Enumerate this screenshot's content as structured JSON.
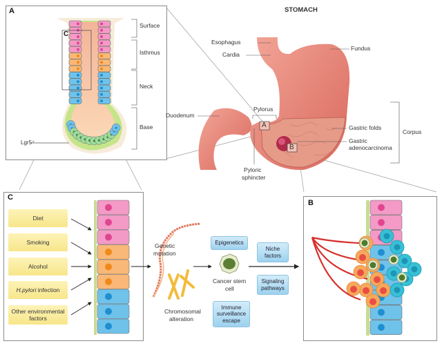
{
  "title": "STOMACH",
  "panel_a": {
    "label": "A",
    "inset_label": "C",
    "zones": [
      "Surface",
      "Isthmus",
      "Neck",
      "Base"
    ],
    "stem_cell_label": "Lgr5⁺"
  },
  "stomach": {
    "labels": {
      "esophagus": "Esophagus",
      "cardia": "Cardia",
      "fundus": "Fundus",
      "duodenum": "Duodenum",
      "pylorus": "Pylorus",
      "gastric_folds": "Gastric folds",
      "gastric_adeno_1": "Gastric",
      "gastric_adeno_2": "adenocarcinoma",
      "corpus": "Corpus",
      "pyloric_1": "Pyloric",
      "pyloric_2": "sphincter"
    },
    "marker_a": "A",
    "marker_b": "B"
  },
  "panel_c": {
    "label": "C",
    "factors": [
      {
        "text": "Diet"
      },
      {
        "text": "Smoking"
      },
      {
        "text": "Alcohol"
      },
      {
        "italic": "H.pylori",
        "text": " infection"
      },
      {
        "text": "Other environmental factors"
      }
    ]
  },
  "mechanisms": {
    "genetic_1": "Genetic",
    "genetic_2": "mutation",
    "chromo_1": "Chromosomal",
    "chromo_2": "alteration",
    "csc_1": "Cancer stem",
    "csc_2": "cell",
    "epigenetics": "Epigenetics",
    "immune": "Immune surveillance escape",
    "niche": "Niche factors",
    "signaling": "Signaling pathways"
  },
  "panel_b": {
    "label": "B"
  },
  "colors": {
    "pink": "#f39ac6",
    "orange": "#f9b877",
    "blue": "#6fc2ea",
    "green": "#9fdc9b",
    "stomach": "#e8877a",
    "yellow_box": "#f9ea9a",
    "blue_box": "#a8d7f0"
  }
}
